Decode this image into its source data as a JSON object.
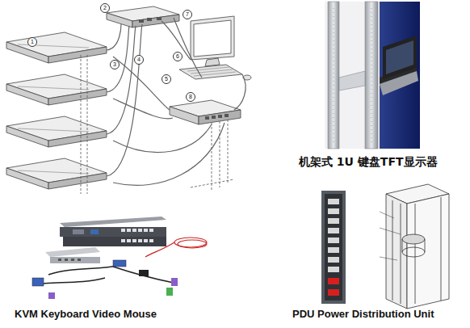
{
  "diagram": {
    "labels": [
      "1",
      "2",
      "3",
      "4",
      "5",
      "6",
      "7",
      "8",
      "机架式 1U 键盘TFT显示器",
      "KVM Keyboard Video Mouse",
      "PDU Power Distribution Unit"
    ]
  }
}
